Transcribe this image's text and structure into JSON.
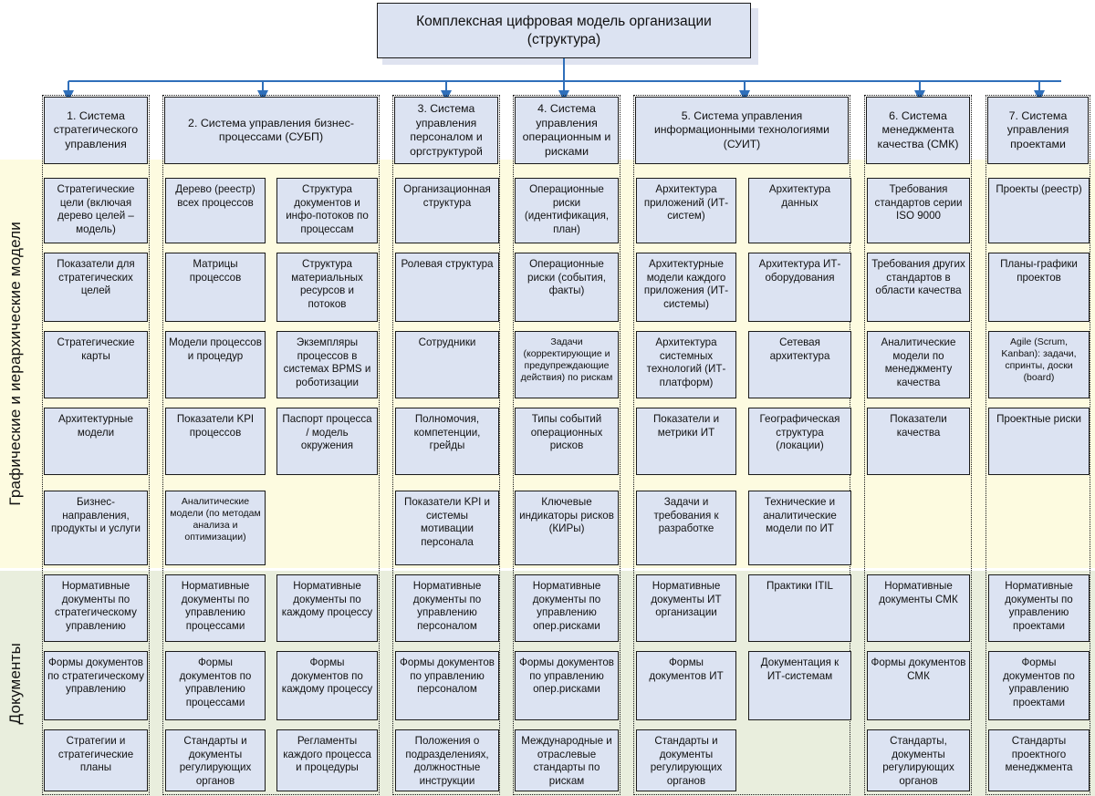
{
  "title": "Комплексная цифровая модель организации (структура)",
  "bands": [
    {
      "id": "models",
      "label": "Графические и иерархические модели",
      "color": "#fdfbe0"
    },
    {
      "id": "docs",
      "label": "Документы",
      "color": "#e9eedd"
    }
  ],
  "theme": {
    "box_fill": "#dce3f2",
    "box_border": "#1a1a1a",
    "connector": "#2f6fba",
    "band_models": "#fdfbe0",
    "band_docs": "#e9eedd"
  },
  "columns": [
    {
      "header": "1. Система стратегического управления",
      "subcolumns": [
        {
          "models": [
            "Стратегические цели (включая дерево целей – модель)",
            "Показатели для стратегических целей",
            "Стратегические карты",
            "Архитектурные модели",
            "Бизнес-направления, продукты и услуги"
          ],
          "docs": [
            "Нормативные документы по стратегическому управлению",
            "Формы документов по стратегическому управлению",
            "Стратегии и стратегические планы"
          ]
        }
      ]
    },
    {
      "header": "2. Система управления бизнес-процессами (СУБП)",
      "subcolumns": [
        {
          "models": [
            "Дерево (реестр) всех процессов",
            "Матрицы процессов",
            "Модели процессов и процедур",
            "Показатели KPI процессов",
            "Аналитические модели (по методам анализа и оптимизации)"
          ],
          "docs": [
            "Нормативные документы по управлению процессами",
            "Формы документов по управлению процессами",
            "Стандарты и документы регулирующих органов"
          ]
        },
        {
          "models": [
            "Структура документов и инфо-потоков по процессам",
            "Структура материальных ресурсов и потоков",
            "Экземпляры процессов в системах BPMS и роботизации",
            "Паспорт процесса / модель окружения"
          ],
          "docs": [
            "Нормативные документы по каждому процессу",
            "Формы документов по каждому процессу",
            "Регламенты каждого процесса и процедуры"
          ]
        }
      ]
    },
    {
      "header": "3. Система управления персоналом и оргструктурой",
      "subcolumns": [
        {
          "models": [
            "Организационная структура",
            "Ролевая структура",
            "Сотрудники",
            "Полномочия, компетенции, грейды",
            "Показатели KPI и системы мотивации персонала"
          ],
          "docs": [
            "Нормативные документы по управлению персоналом",
            "Формы документов по управлению персоналом",
            "Положения о подразделениях, должностные инструкции"
          ]
        }
      ]
    },
    {
      "header": "4. Система управления операционным и рисками",
      "subcolumns": [
        {
          "models": [
            "Операционные риски (идентификация, план)",
            "Операционные риски (события, факты)",
            "Задачи (корректирующие и предупреждающие действия) по рискам",
            "Типы событий операционных рисков",
            "Ключевые индикаторы рисков (КИРы)"
          ],
          "docs": [
            "Нормативные документы по управлению опер.рисками",
            "Формы документов по управлению опер.рисками",
            "Международные и отраслевые стандарты по рискам"
          ]
        }
      ]
    },
    {
      "header": "5. Система управления информационными технологиями (СУИТ)",
      "subcolumns": [
        {
          "models": [
            "Архитектура приложений (ИТ-систем)",
            "Архитектурные модели каждого приложения (ИТ-системы)",
            "Архитектура системных технологий (ИТ-платформ)",
            "Показатели и метрики ИТ",
            "Задачи и требования к разработке"
          ],
          "docs": [
            "Нормативные документы ИТ организации",
            "Формы документов ИТ",
            "Стандарты и документы регулирующих органов"
          ]
        },
        {
          "models": [
            "Архитектура данных",
            "Архитектура ИТ-оборудования",
            "Сетевая архитектура",
            "Географическая структура (локации)",
            "Технические и аналитические модели по ИТ"
          ],
          "docs": [
            "Практики ITIL",
            "Документация к ИТ-системам"
          ]
        }
      ]
    },
    {
      "header": "6. Система менеджмента качества (СМК)",
      "subcolumns": [
        {
          "models": [
            "Требования стандартов серии ISO 9000",
            "Требования других стандартов в области качества",
            "Аналитические модели по менеджменту качества",
            "Показатели качества"
          ],
          "docs": [
            "Нормативные документы СМК",
            "Формы документов СМК",
            "Стандарты, документы регулирующих органов"
          ]
        }
      ]
    },
    {
      "header": "7. Система управления проектами",
      "subcolumns": [
        {
          "models": [
            "Проекты (реестр)",
            "Планы-графики проектов",
            "Agile (Scrum, Kanban): задачи, спринты, доски (board)",
            "Проектные риски"
          ],
          "docs": [
            "Нормативные документы по управлению проектами",
            "Формы документов по управлению проектами",
            "Стандарты проектного менеджмента"
          ]
        }
      ]
    }
  ]
}
